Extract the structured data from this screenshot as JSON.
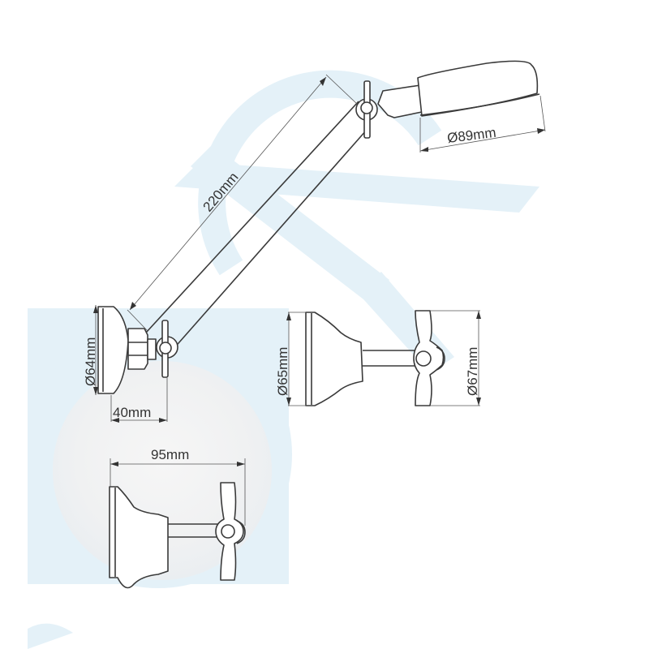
{
  "diagram": {
    "subject": "Wall-mounted shower arm with adjustable head - dimension drawing",
    "watermark_color": "#e4f1f8",
    "watermark_inner_color": "#f1f2f3",
    "line_color": "#3a3a3a",
    "views": [
      {
        "name": "side-view-extended",
        "parts": [
          "wall-flange",
          "wall-knuckle-joint",
          "arm",
          "head-knuckle-joint",
          "shower-head"
        ]
      },
      {
        "name": "side-view-arm-folded",
        "parts": [
          "wall-flange",
          "short-stem",
          "cross-handle-joint"
        ]
      },
      {
        "name": "top-view-arm-folded",
        "parts": [
          "wall-flange",
          "short-stem",
          "cross-handle-joint"
        ]
      }
    ]
  },
  "dimensions": {
    "arm_length": "220mm",
    "head_diameter": "Ø89mm",
    "flange_diameter_extended": "Ø64mm",
    "flange_depth": "40mm",
    "flange_diameter_folded": "Ø65mm",
    "handle_height": "Ø67mm",
    "overall_depth": "95mm"
  }
}
